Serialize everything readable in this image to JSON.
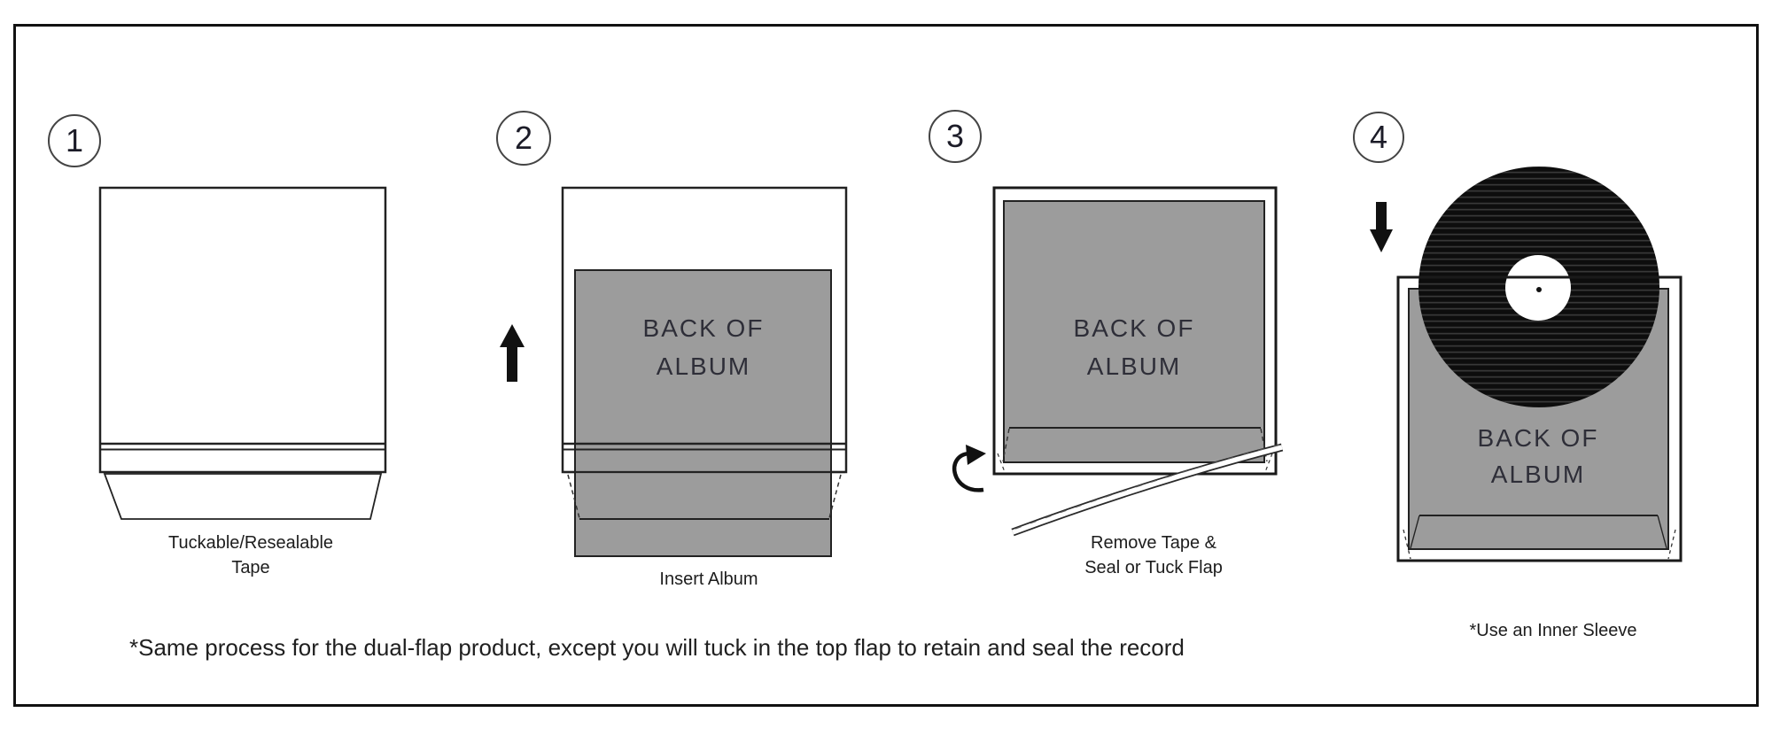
{
  "steps": [
    {
      "number": "1",
      "caption_lines": [
        "Tuckable/Resealable",
        "Tape"
      ]
    },
    {
      "number": "2",
      "album_lines": [
        "BACK OF",
        "ALBUM"
      ],
      "caption_lines": [
        "Insert Album"
      ]
    },
    {
      "number": "3",
      "album_lines": [
        "BACK OF",
        "ALBUM"
      ],
      "caption_lines": [
        "Remove Tape &",
        "Seal or Tuck Flap"
      ]
    },
    {
      "number": "4",
      "album_lines": [
        "BACK OF",
        "ALBUM"
      ],
      "caption_lines": [
        "*Use an Inner Sleeve"
      ]
    }
  ],
  "footnote": "*Same process for the dual-flap product, except you will tuck in the top flap to retain and seal the record",
  "icons": {
    "step2": "up-arrow-icon",
    "step3": "flip-flap-curved-arrow-icon",
    "step4": "down-arrow-icon",
    "record": "vinyl-record"
  },
  "colors": {
    "background": "#ffffff",
    "outline_black": "#222222",
    "album_gray": "#9c9c9c",
    "album_text": "#2e2e38",
    "vinyl_black": "#0d0d0d",
    "vinyl_groove_highlight": "#383838"
  }
}
